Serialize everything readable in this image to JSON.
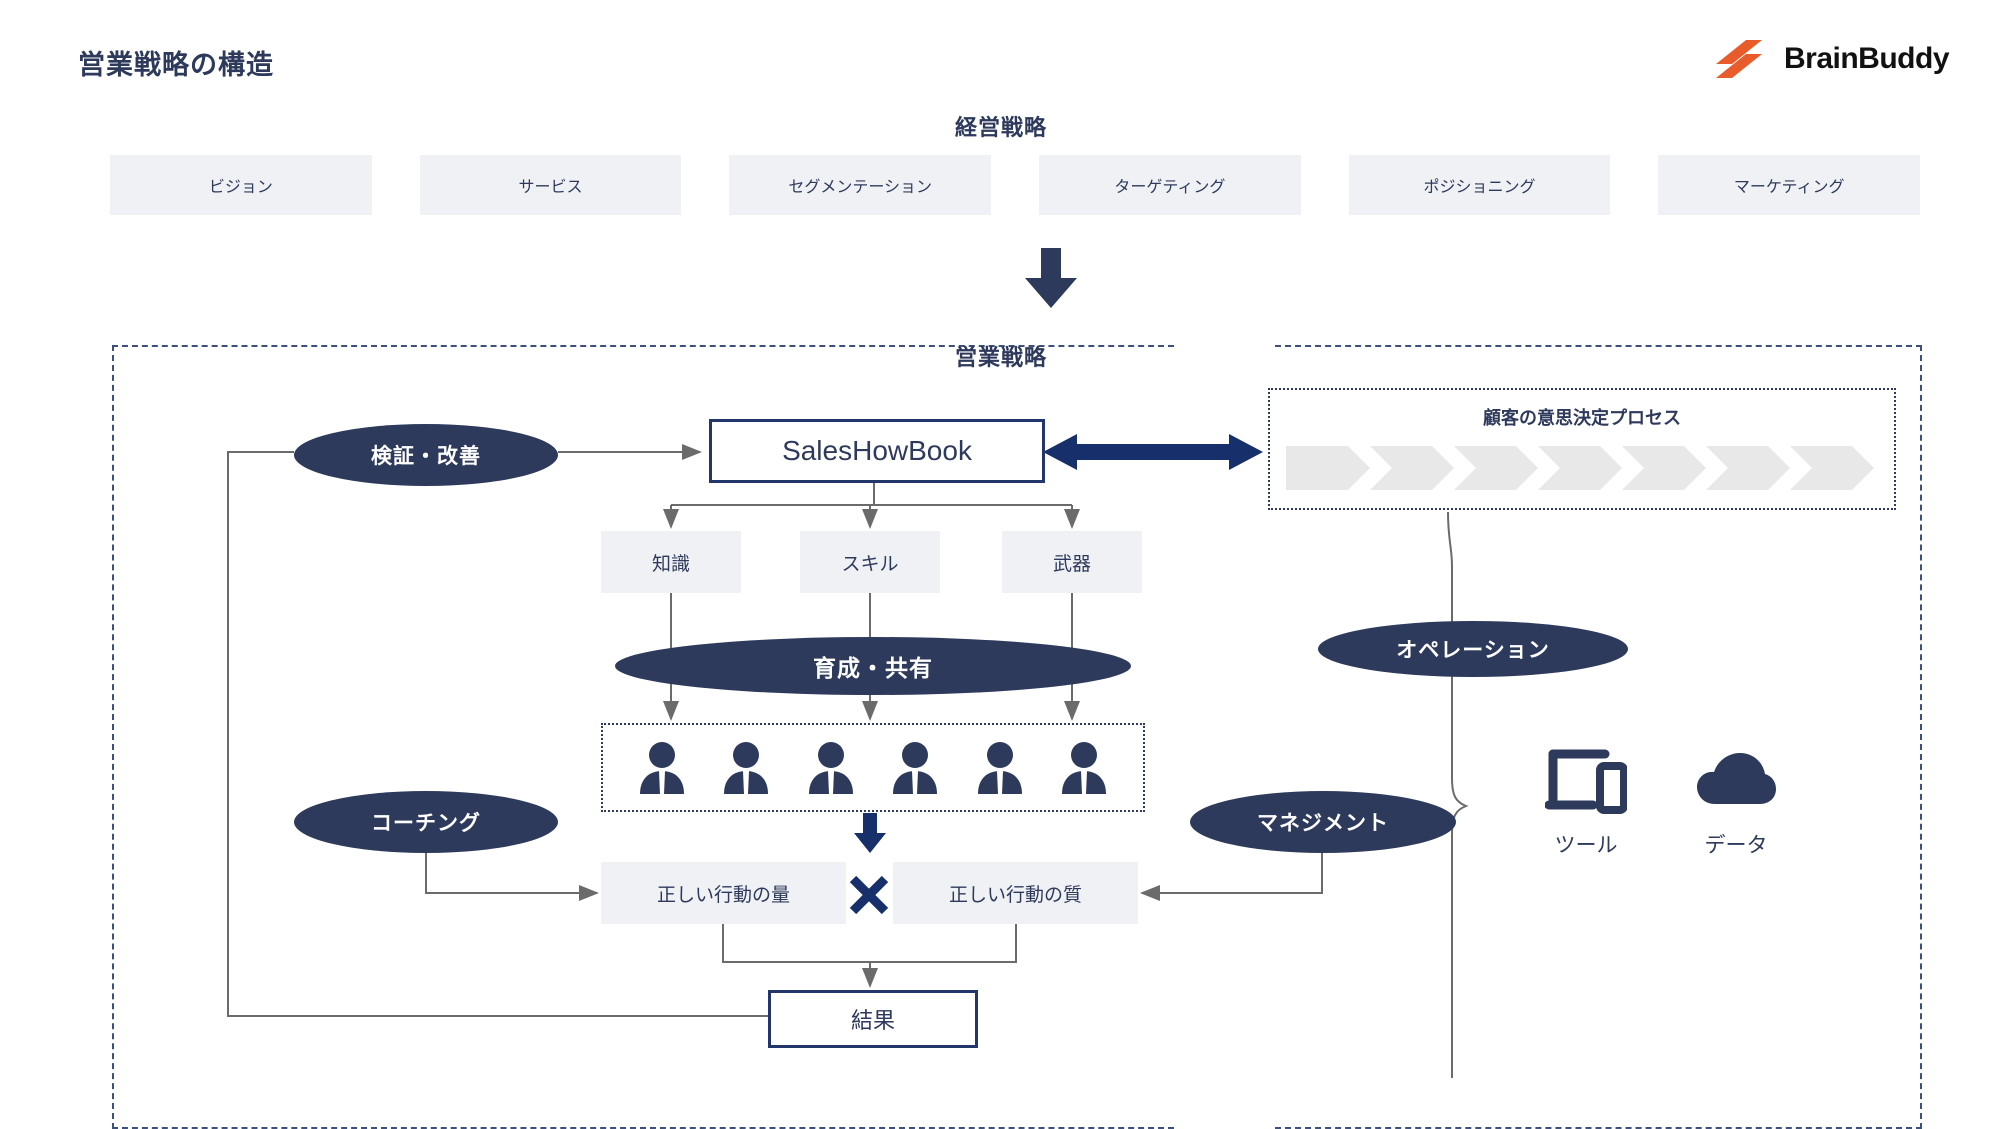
{
  "header": {
    "title": "営業戦略の構造",
    "logo_text": "BrainBuddy",
    "logo_color": "#ea5b2b"
  },
  "colors": {
    "navy": "#2e3a5c",
    "box_border_navy": "#23366b",
    "grey_box": "#eff1f4",
    "chevron": "#e8e8e8",
    "connector": "#6b6b6b",
    "frame_dash": "#3d4f7c"
  },
  "corporate_strategy": {
    "caption": "経営戦略",
    "items": [
      {
        "label": "ビジョン"
      },
      {
        "label": "サービス"
      },
      {
        "label": "セグメンテーション"
      },
      {
        "label": "ターゲティング"
      },
      {
        "label": "ポジショニング"
      },
      {
        "label": "マーケティング"
      }
    ]
  },
  "sales_strategy": {
    "caption": "営業戦略",
    "core_box": "SalesHowBook",
    "verify_ellipse": "検証・改善",
    "capabilities": [
      {
        "label": "知識"
      },
      {
        "label": "スキル"
      },
      {
        "label": "武器"
      }
    ],
    "develop_ellipse": "育成・共有",
    "people_count": 6,
    "coaching_ellipse": "コーチング",
    "management_ellipse": "マネジメント",
    "operation_ellipse": "オペレーション",
    "action_quantity": "正しい行動の量",
    "action_quality": "正しい行動の質",
    "multiply_symbol": "×",
    "result_box": "結果"
  },
  "customer_process": {
    "title": "顧客の意思決定プロセス",
    "step_count": 7
  },
  "infrastructure": [
    {
      "label": "ツール",
      "icon": "devices-icon"
    },
    {
      "label": "データ",
      "icon": "cloud-icon"
    }
  ],
  "icons": {
    "logo": "brainbuddy-logo-icon",
    "down_arrow": "big-down-arrow-icon",
    "double_arrow": "double-headed-arrow-icon",
    "brace": "curly-brace-icon",
    "person": "person-icon",
    "multiply": "multiply-icon"
  }
}
